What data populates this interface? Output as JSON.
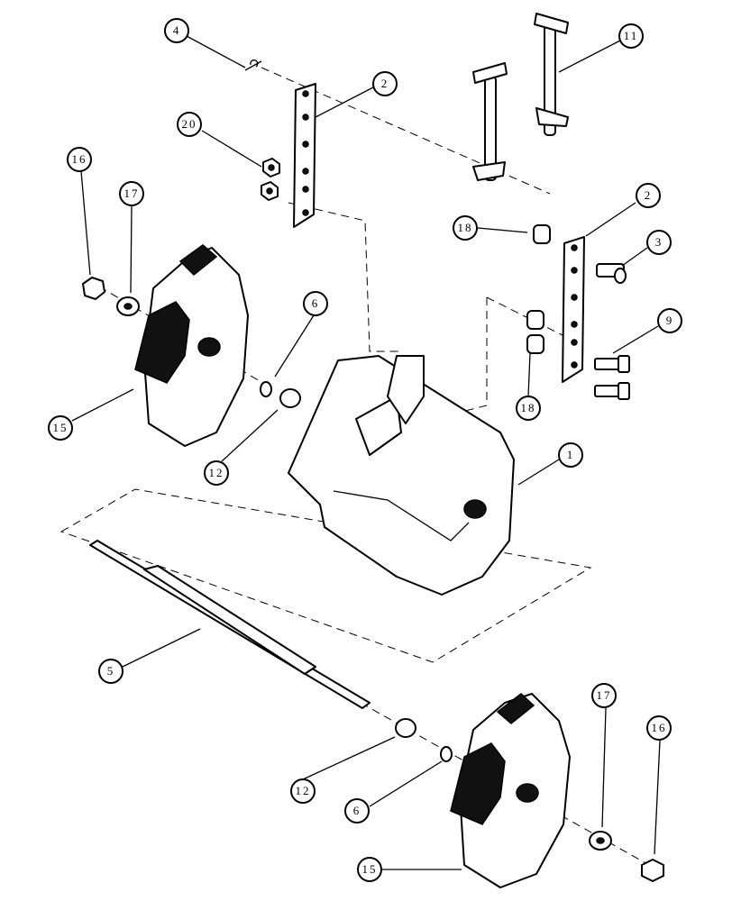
{
  "callouts": [
    {
      "id": "c4",
      "label": "4"
    },
    {
      "id": "c2a",
      "label": "2"
    },
    {
      "id": "c11",
      "label": "11"
    },
    {
      "id": "c20",
      "label": "20"
    },
    {
      "id": "c16a",
      "label": "16"
    },
    {
      "id": "c17a",
      "label": "17"
    },
    {
      "id": "c2b",
      "label": "2"
    },
    {
      "id": "c18a",
      "label": "18"
    },
    {
      "id": "c3",
      "label": "3"
    },
    {
      "id": "c6a",
      "label": "6"
    },
    {
      "id": "c9",
      "label": "9"
    },
    {
      "id": "c18b",
      "label": "18"
    },
    {
      "id": "c15a",
      "label": "15"
    },
    {
      "id": "c1",
      "label": "1"
    },
    {
      "id": "c12a",
      "label": "12"
    },
    {
      "id": "c5",
      "label": "5"
    },
    {
      "id": "c17b",
      "label": "17"
    },
    {
      "id": "c16b",
      "label": "16"
    },
    {
      "id": "c12b",
      "label": "12"
    },
    {
      "id": "c6b",
      "label": "6"
    },
    {
      "id": "c15b",
      "label": "15"
    }
  ]
}
